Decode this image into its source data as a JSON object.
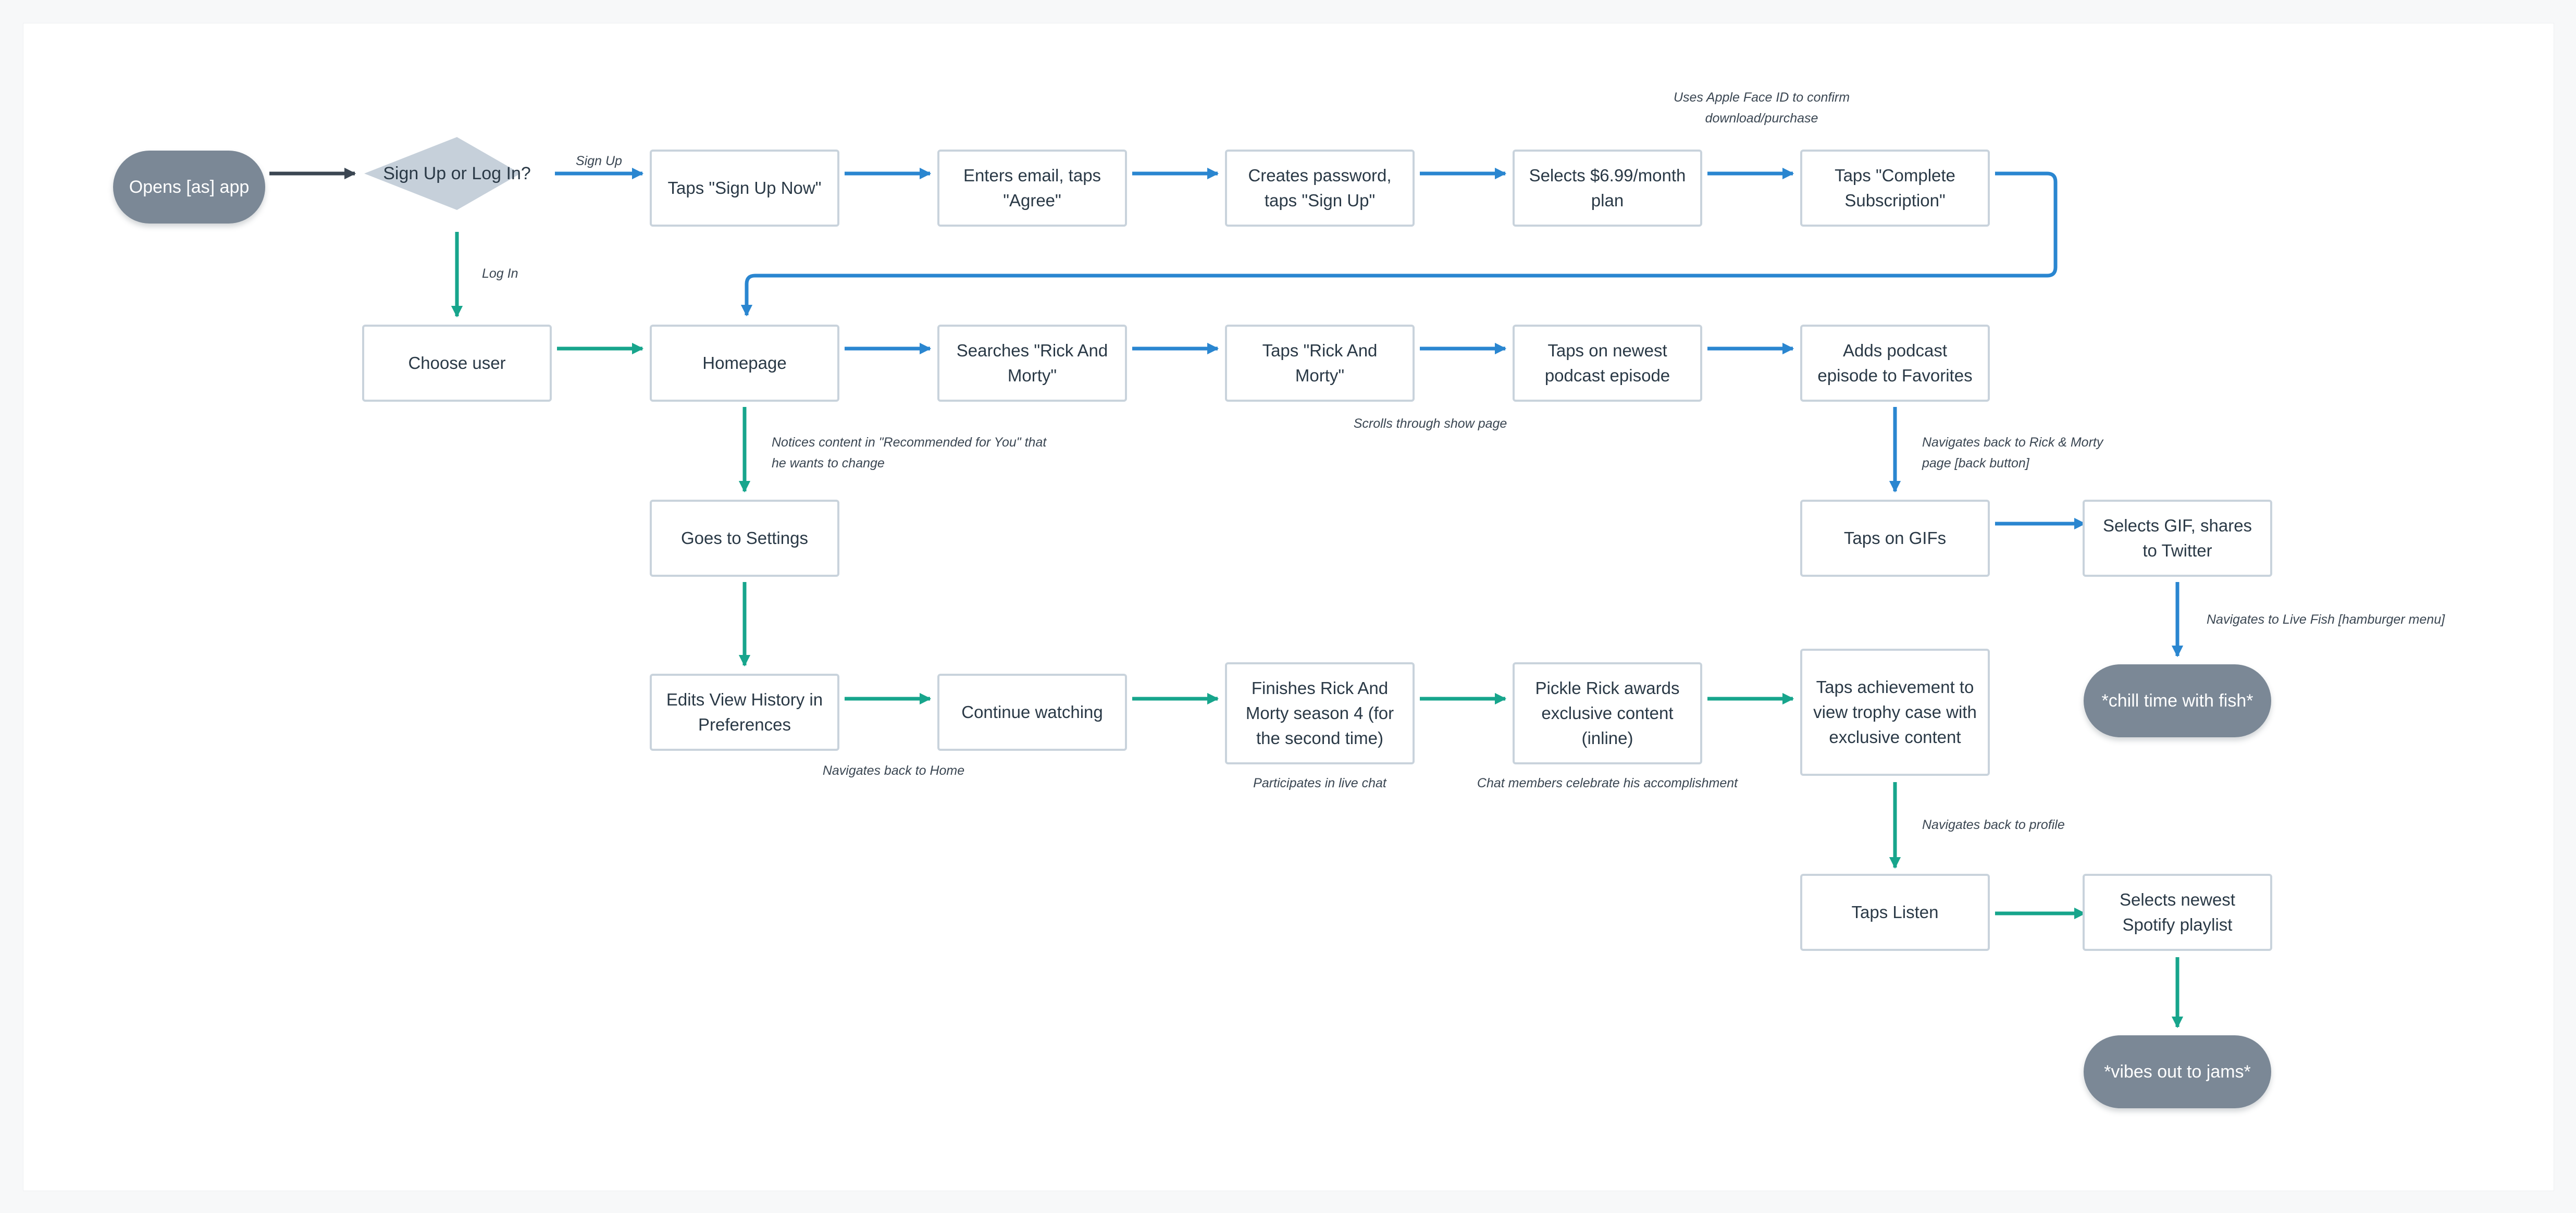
{
  "colors": {
    "blue": "#2a86d0",
    "teal": "#17a58c",
    "dark": "#3b4652",
    "node_border": "#c9d3dc",
    "terminal": "#7b8896",
    "diamond": "#c6d0da"
  },
  "start": "Opens [as] app",
  "decision": "Sign Up or Log In?",
  "branch_labels": {
    "sign_up": "Sign Up",
    "log_in": "Log In"
  },
  "signup_flow": {
    "taps_sign_up_now": "Taps \"Sign Up Now\"",
    "enter_email": "Enters email, taps \"Agree\"",
    "create_password": "Creates password, taps \"Sign Up\"",
    "select_plan": "Selects $6.99/month plan",
    "complete_subscription": "Taps \"Complete Subscription\"",
    "face_id_note": "Uses Apple Face ID to confirm download/purchase"
  },
  "main_flow": {
    "choose_user": "Choose user",
    "homepage": "Homepage",
    "search": "Searches \"Rick And Morty\"",
    "taps_show": "Taps \"Rick And Morty\"",
    "newest_episode": "Taps on newest podcast episode",
    "add_favorites": "Adds podcast episode to Favorites",
    "scroll_note": "Scrolls through show page"
  },
  "settings_flow": {
    "recommended_note": "Notices content in \"Recommended for You\" that he wants to change",
    "goes_to_settings": "Goes to Settings",
    "edit_history": "Edits View History in Preferences",
    "continue_watching": "Continue watching",
    "navigates_home_note": "Navigates back to Home",
    "finishes_season": "Finishes Rick And Morty season 4 (for the second time)",
    "live_chat_note": "Participates in live chat",
    "pickle_rick": "Pickle Rick awards exclusive content (inline)",
    "celebrate_note": "Chat members celebrate his accomplishment",
    "taps_achievement": "Taps achievement to view trophy case with exclusive content"
  },
  "gif_flow": {
    "back_note": "Navigates back to Rick & Morty page [back button]",
    "taps_gifs": "Taps on GIFs",
    "selects_gif": "Selects GIF, shares to Twitter",
    "live_fish_note": "Navigates to Live Fish [hamburger menu]",
    "chill_end": "*chill time with fish*"
  },
  "listen_flow": {
    "profile_note": "Navigates back to profile",
    "taps_listen": "Taps Listen",
    "spotify": "Selects newest Spotify playlist",
    "vibes_end": "*vibes out to jams*"
  }
}
